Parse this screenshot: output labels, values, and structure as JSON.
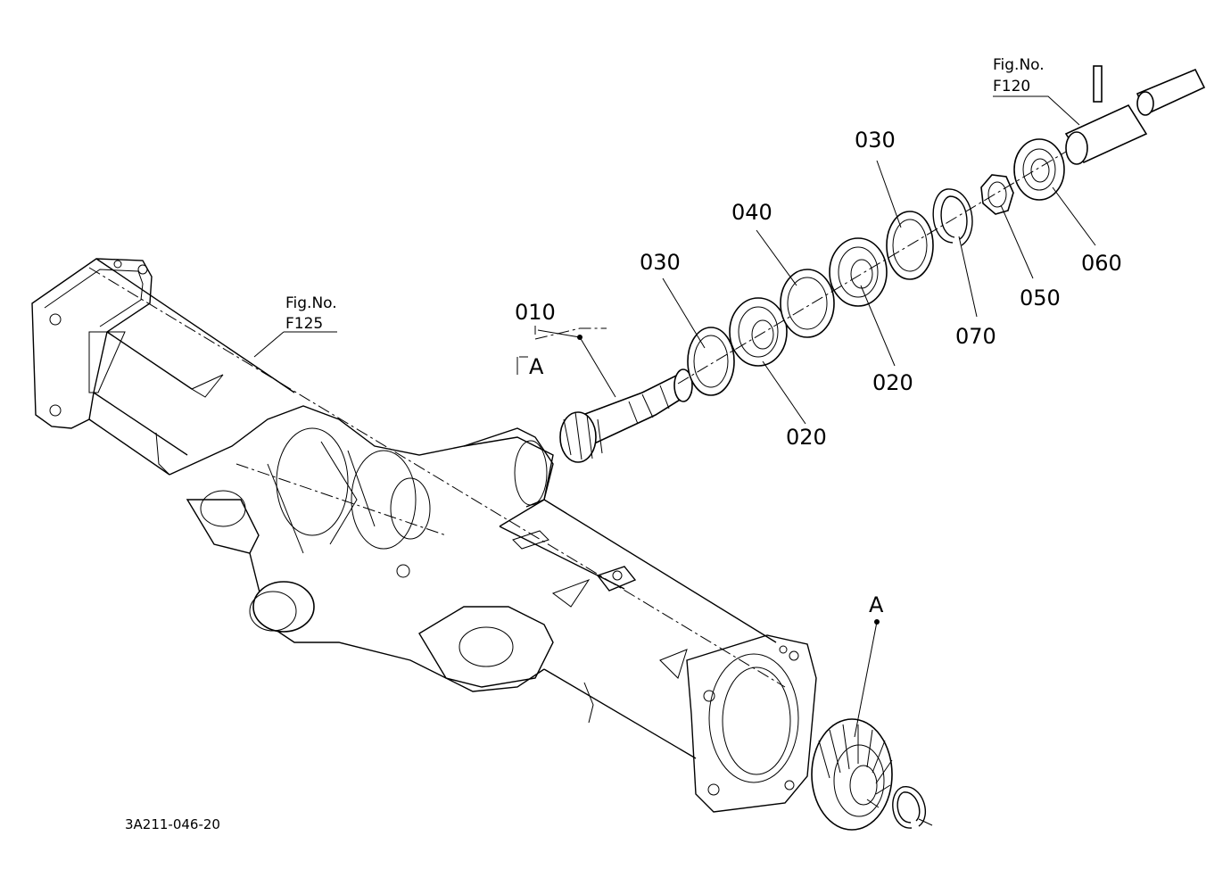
{
  "diagram": {
    "drawing_code": "3A211-046-20",
    "fig_refs": [
      {
        "label": "Fig.No.",
        "code": "F125"
      },
      {
        "label": "Fig.No.",
        "code": "F120"
      }
    ],
    "detail_marker": "A",
    "callouts": [
      "010",
      "020",
      "020",
      "030",
      "030",
      "040",
      "050",
      "060",
      "070"
    ]
  }
}
